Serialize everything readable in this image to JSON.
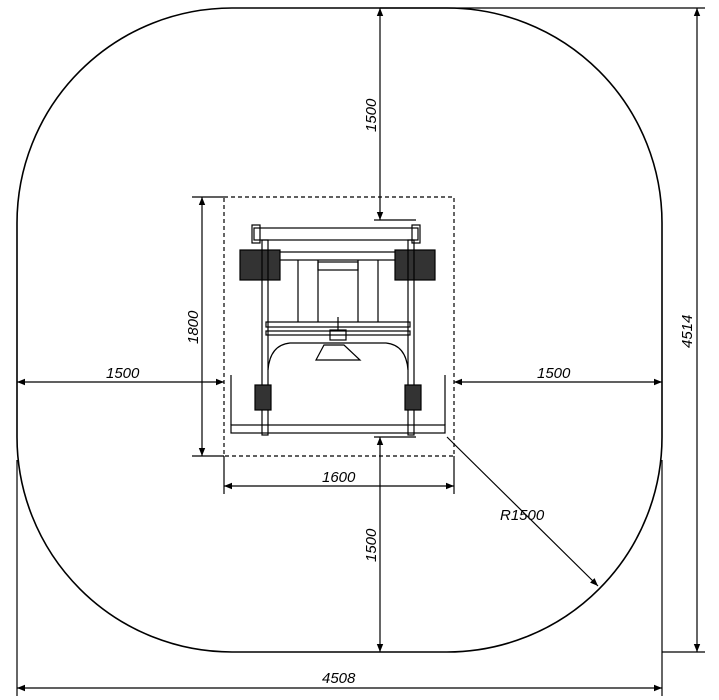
{
  "dimensions": {
    "top_clearance": "1500",
    "bottom_clearance": "1500",
    "left_clearance": "1500",
    "right_clearance": "1500",
    "equipment_width": "1600",
    "equipment_depth": "1800",
    "overall_width": "4508",
    "overall_height": "4514",
    "corner_radius": "R1500"
  },
  "colors": {
    "line": "#000000",
    "background": "#ffffff"
  }
}
